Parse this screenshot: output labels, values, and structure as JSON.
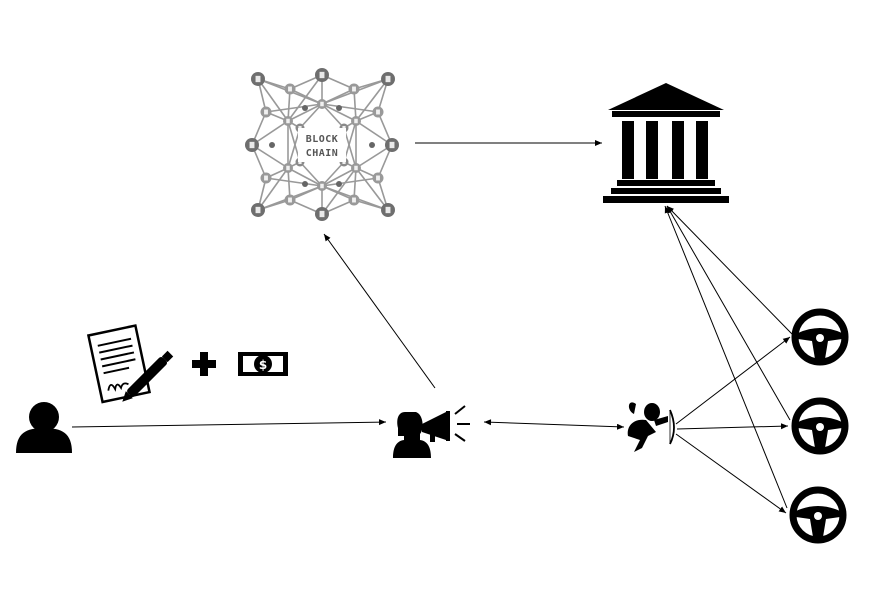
{
  "diagram": {
    "blockchain_label_line1": "BLOCK",
    "blockchain_label_line2": "CHAIN",
    "nodes": [
      {
        "id": "user",
        "icon": "user-icon"
      },
      {
        "id": "contract",
        "icon": "signed-contract-icon"
      },
      {
        "id": "plus",
        "icon": "plus-icon"
      },
      {
        "id": "money",
        "icon": "dollar-bill-icon"
      },
      {
        "id": "announcer",
        "icon": "megaphone-person-icon"
      },
      {
        "id": "blockchain",
        "icon": "blockchain-network-icon"
      },
      {
        "id": "institution",
        "icon": "bank-building-icon"
      },
      {
        "id": "cupid",
        "icon": "cupid-icon"
      },
      {
        "id": "driver1",
        "icon": "steering-wheel-icon"
      },
      {
        "id": "driver2",
        "icon": "steering-wheel-icon"
      },
      {
        "id": "driver3",
        "icon": "steering-wheel-icon"
      }
    ],
    "edges": [
      {
        "from": "user",
        "to": "announcer",
        "type": "arrow"
      },
      {
        "from": "announcer",
        "to": "blockchain",
        "type": "arrow"
      },
      {
        "from": "blockchain",
        "to": "institution",
        "type": "arrow"
      },
      {
        "from": "announcer",
        "to": "cupid",
        "type": "bidirectional"
      },
      {
        "from": "cupid",
        "to": "driver1",
        "type": "arrow"
      },
      {
        "from": "cupid",
        "to": "driver2",
        "type": "arrow"
      },
      {
        "from": "cupid",
        "to": "driver3",
        "type": "arrow"
      },
      {
        "from": "driver1",
        "to": "institution",
        "type": "arrow"
      },
      {
        "from": "driver2",
        "to": "institution",
        "type": "arrow"
      },
      {
        "from": "driver3",
        "to": "institution",
        "type": "arrow"
      }
    ],
    "colors": {
      "ink": "#000000",
      "network": "#888888",
      "network_dark": "#666666"
    }
  }
}
